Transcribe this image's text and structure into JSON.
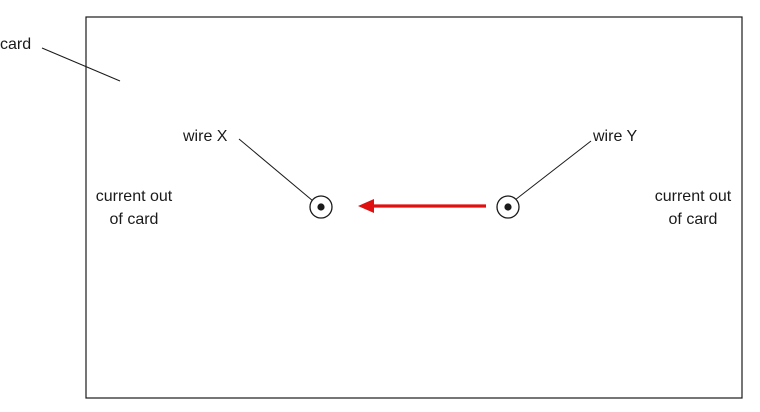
{
  "labels": {
    "card": "card",
    "wire_x": "wire X",
    "wire_y": "wire Y",
    "left_current_line1": "current out",
    "left_current_line2": "of card",
    "right_current_line1": "current out",
    "right_current_line2": "of card"
  },
  "colors": {
    "outline": "#1a1a1a",
    "arrow": "#e01010",
    "text": "#1a1a1a"
  },
  "symbols": {
    "wire_symbol": "dot-in-circle-icon",
    "force_arrow": "left-arrow-icon"
  }
}
